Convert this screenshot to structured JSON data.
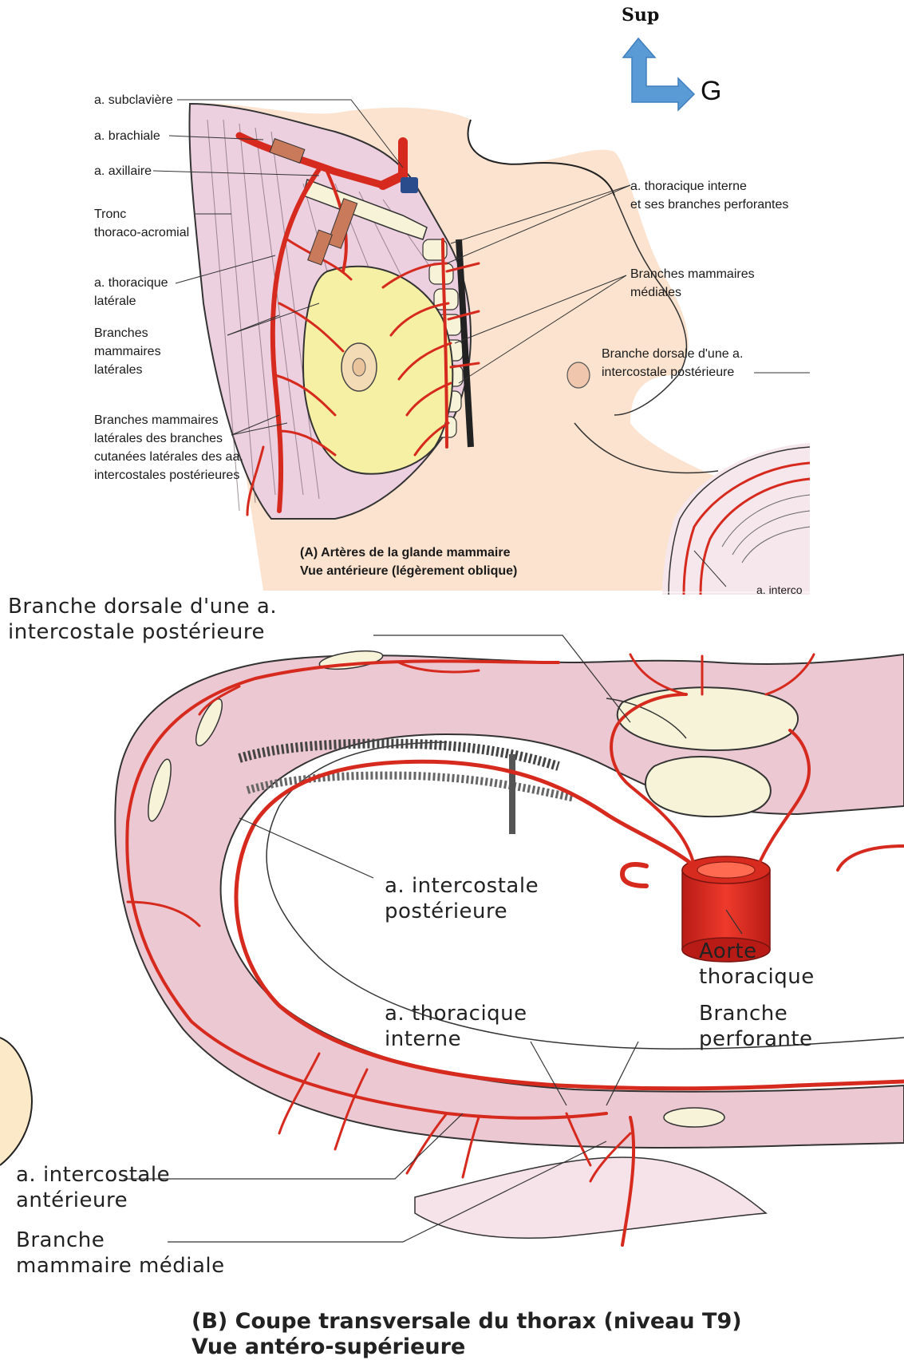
{
  "orientation": {
    "sup": "Sup",
    "left": "G"
  },
  "panel_a": {
    "labels": {
      "subclaviere": "a. subclavière",
      "brachiale": "a. brachiale",
      "axillaire": "a. axillaire",
      "tronc": "Tronc\nthoraco-acromial",
      "thoracique_laterale": "a. thoracique\nlatérale",
      "branches_laterales": "Branches\nmammaires\nlatérales",
      "branches_intercostales": "Branches mammaires\nlatérales des branches\ncutanées latérales des aa.\nintercostales postérieures",
      "thoracique_interne": "a. thoracique interne\net ses branches perforantes",
      "branches_mediales": "Branches mammaires\n médiales",
      "branche_dorsale": "Branche dorsale d'une a.\nintercostale postérieure",
      "crop_label": "a. interco"
    },
    "caption": "(A) Artères de la glande mammaire\nVue antérieure (légèrement oblique)"
  },
  "panel_b": {
    "labels": {
      "branche_dorsale": "Branche dorsale d'une a.\nintercostale postérieure",
      "intercostale_posterieure": "a. intercostale\npostérieure",
      "aorte": "Aorte\nthoracique",
      "thoracique_interne": "a. thoracique\ninterne",
      "branche_perforante": "Branche\nperforante",
      "intercostale_anterieure": "a. intercostale\nantérieure",
      "branche_mammaire_mediale": "Branche\nmammaire médiale"
    },
    "caption": "(B) Coupe transversale du thorax (niveau T9)\nVue antéro-supérieure"
  },
  "colors": {
    "artery": "#d62a1e",
    "tissue_pink": "#e9c6cf",
    "skin": "#fbe3cf",
    "gland": "#f6f0a4",
    "bone": "#f7f3d8",
    "arrow": "#5b9bd5"
  }
}
